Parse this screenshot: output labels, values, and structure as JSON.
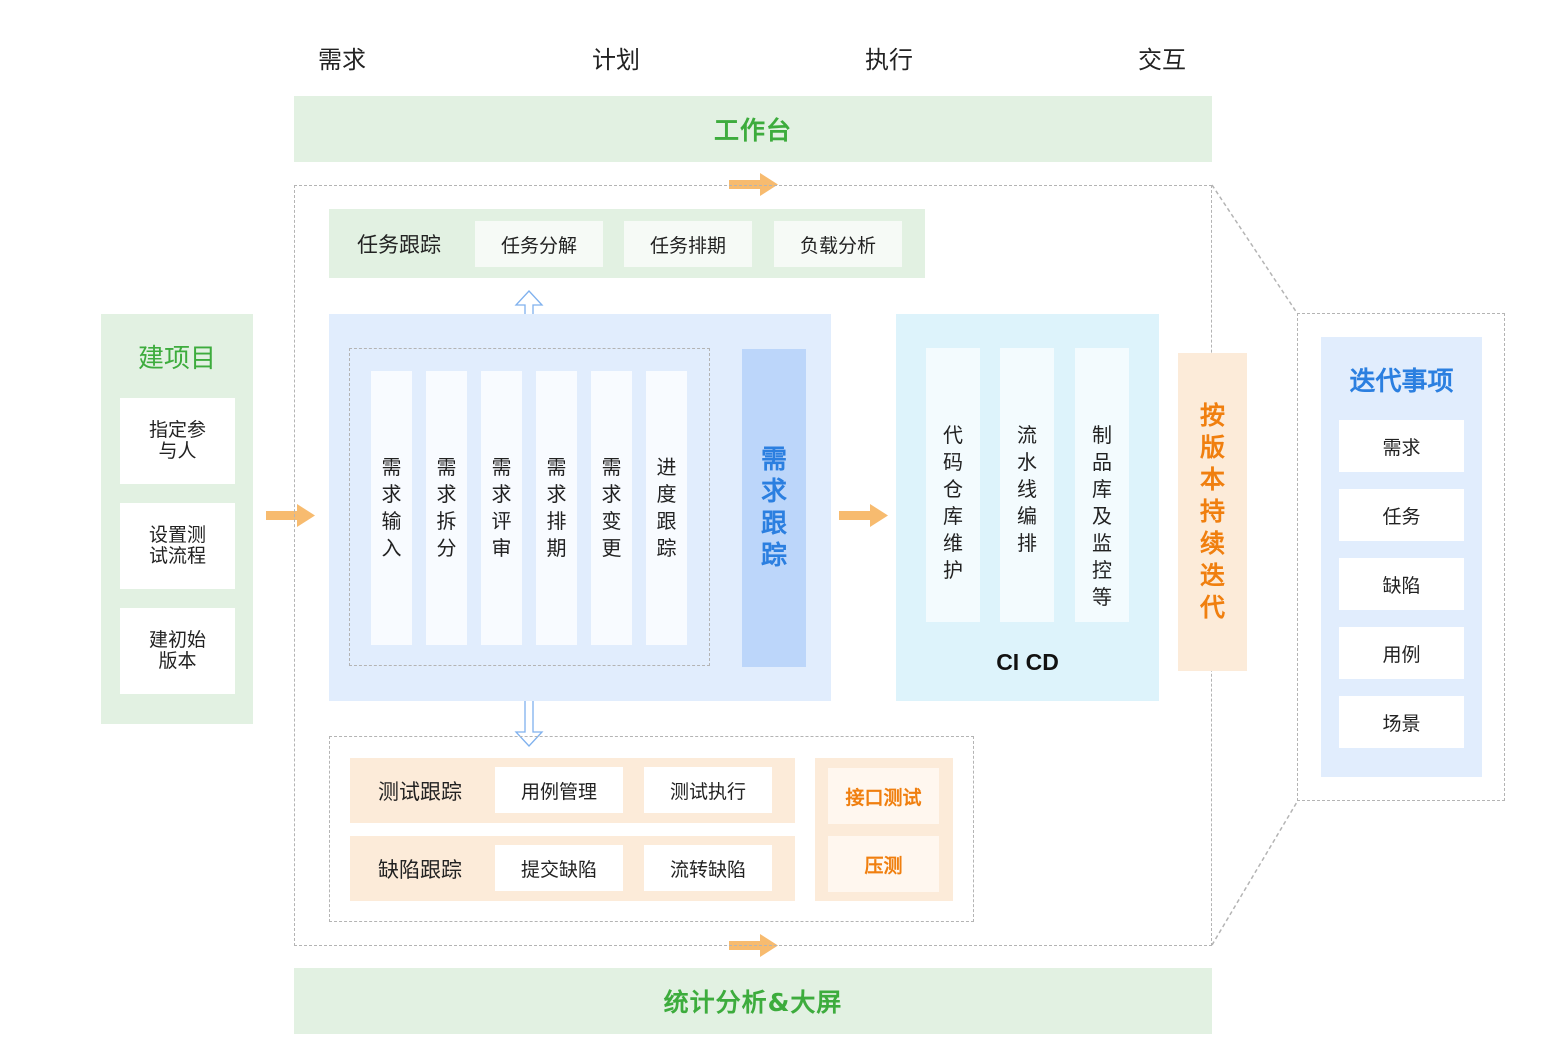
{
  "phases": [
    "需求",
    "计划",
    "执行",
    "交互"
  ],
  "top_bar": "工作台",
  "bottom_bar": "统计分析&大屏",
  "build_project": {
    "title": "建项目",
    "items": [
      "指定参\n与人",
      "设置测\n试流程",
      "建初始\n版本"
    ]
  },
  "task_tracking": {
    "label": "任务跟踪",
    "items": [
      "任务分解",
      "任务排期",
      "负载分析"
    ]
  },
  "requirement": {
    "columns": [
      "需求输入",
      "需求拆分",
      "需求评审",
      "需求排期",
      "需求变更",
      "进度跟踪"
    ],
    "title": "需求跟踪"
  },
  "cicd": {
    "columns": [
      "代码仓库维护",
      "流水线编排",
      "制品库及监控等"
    ],
    "title": "CI CD"
  },
  "iterate_label": "按版本持续迭代",
  "test_tracking": {
    "label": "测试跟踪",
    "items": [
      "用例管理",
      "测试执行"
    ]
  },
  "defect_tracking": {
    "label": "缺陷跟踪",
    "items": [
      "提交缺陷",
      "流转缺陷"
    ]
  },
  "api_test": [
    "接口测试",
    "压测"
  ],
  "iteration_items": {
    "title": "迭代事项",
    "items": [
      "需求",
      "任务",
      "缺陷",
      "用例",
      "场景"
    ]
  },
  "colors": {
    "green_text": "#3dac3d",
    "green_bg": "#e2f1e2",
    "blue_bg": "#e1edfd",
    "blue_title": "#2b7fe0",
    "cyan_bg": "#ddf3fb",
    "orange_bg": "#fcebd9",
    "orange_text": "#f07f0f",
    "arrow": "#f7bb6f"
  }
}
